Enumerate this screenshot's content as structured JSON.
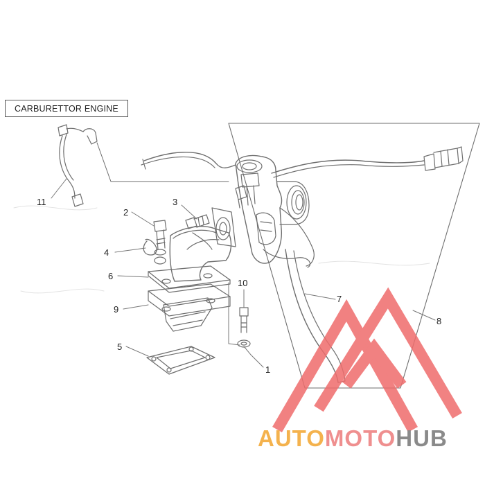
{
  "title": "CARBURETTOR ENGINE",
  "callouts": [
    "1",
    "2",
    "3",
    "4",
    "5",
    "6",
    "7",
    "8",
    "9",
    "10",
    "11"
  ],
  "watermark": {
    "parts": [
      "AUTO",
      "MOTO",
      "HUB"
    ],
    "colors": [
      "#f4b24d",
      "#ef8f8f",
      "#8a8a8a"
    ],
    "logo_color": "#ef6c6c"
  },
  "line_color": "#6e6e6e"
}
